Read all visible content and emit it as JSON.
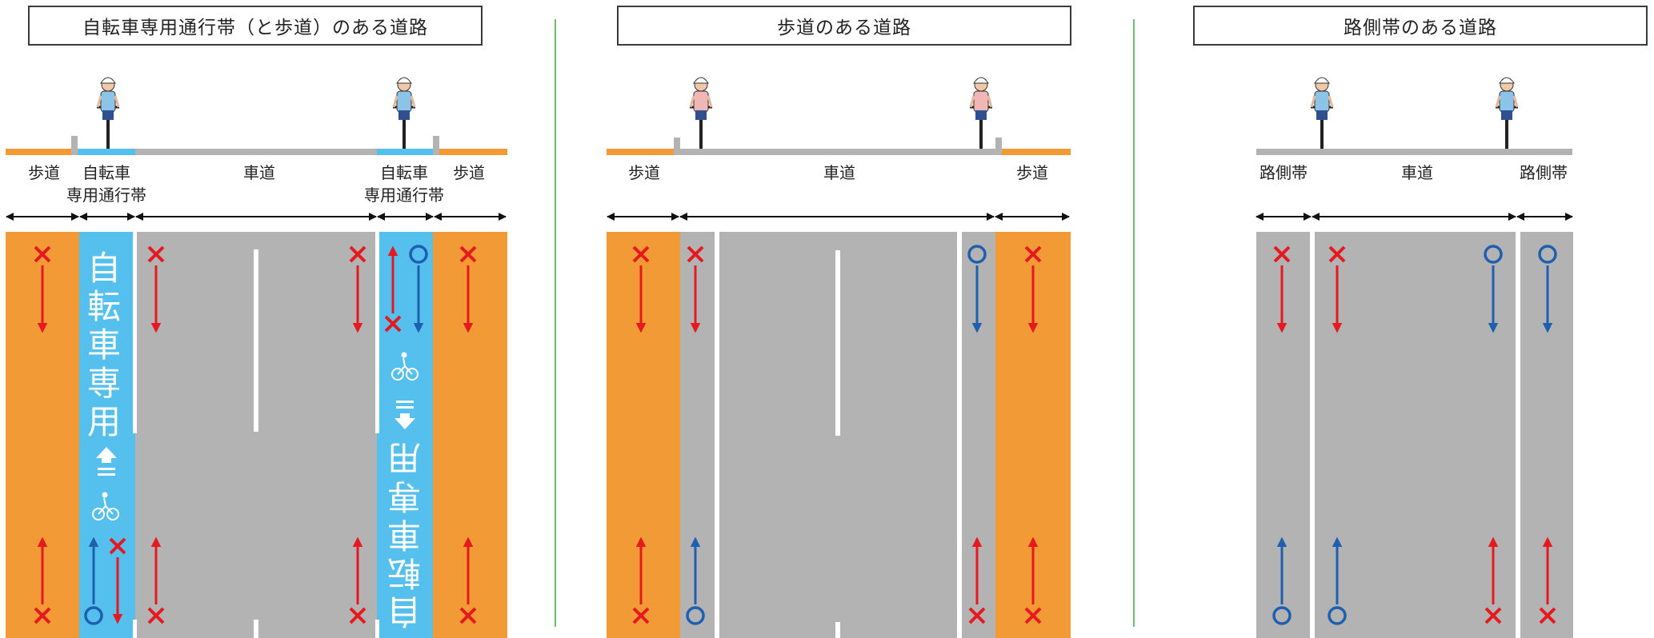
{
  "colors": {
    "sidewalk": "#f29a36",
    "bike_lane": "#55bfee",
    "roadway": "#b3b3b3",
    "prohibited": "#e5191f",
    "permitted": "#1f5fb0",
    "divider": "#6dbb6d"
  },
  "panels": [
    {
      "title": "自転車専用通行帯（と歩道）のある道路",
      "labels": [
        {
          "line1": "歩道"
        },
        {
          "line1": "自転車",
          "line2": "専用通行帯"
        },
        {
          "line1": "車道"
        },
        {
          "line1": "自転車",
          "line2": "専用通行帯"
        },
        {
          "line1": "歩道"
        }
      ],
      "lane_marking_text": "自転車専用",
      "lane_marking_text_rotated": "自転車専用",
      "symbols": {
        "prohibited": "×",
        "permitted": "○"
      }
    },
    {
      "title": "歩道のある道路",
      "labels": [
        {
          "line1": "歩道"
        },
        {
          "line1": "車道"
        },
        {
          "line1": "歩道"
        }
      ],
      "symbols": {
        "prohibited": "×",
        "permitted": "○"
      }
    },
    {
      "title": "路側帯のある道路",
      "labels": [
        {
          "line1": "路側帯"
        },
        {
          "line1": "車道"
        },
        {
          "line1": "路側帯"
        }
      ],
      "symbols": {
        "prohibited": "×",
        "permitted": "○"
      }
    }
  ]
}
